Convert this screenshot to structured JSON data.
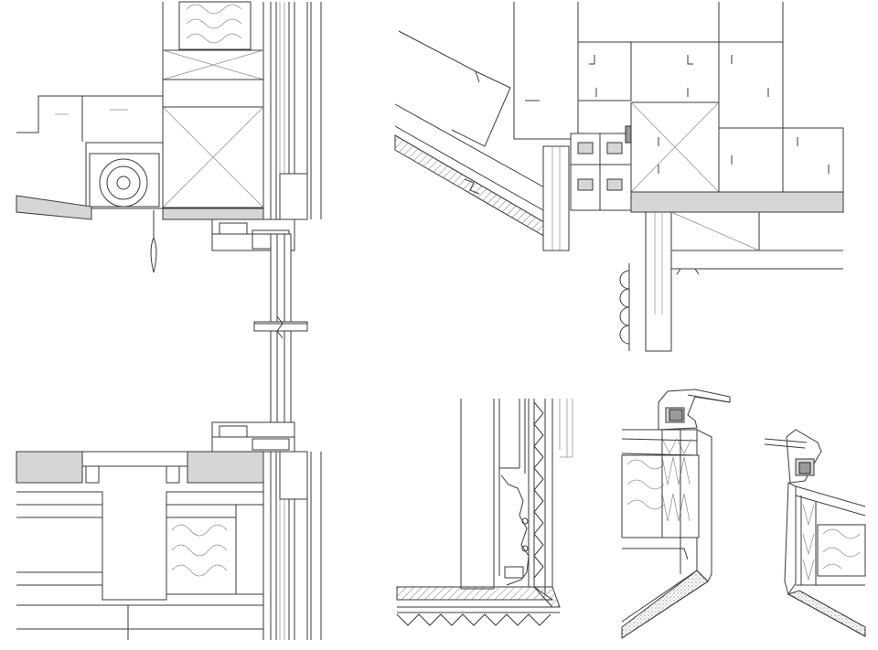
{
  "sheet": {
    "details": [
      {
        "id": "window-head-sill-section"
      },
      {
        "id": "sloped-roof-window-junction"
      },
      {
        "id": "floor-wall-corner-detail"
      },
      {
        "id": "skylight-curb-section-a"
      },
      {
        "id": "skylight-curb-section-b"
      }
    ],
    "colors": {
      "line": "#3a3a3a",
      "light_line": "#8a8a8a",
      "fill_grey": "#d6d6d6",
      "background": "#ffffff"
    }
  }
}
